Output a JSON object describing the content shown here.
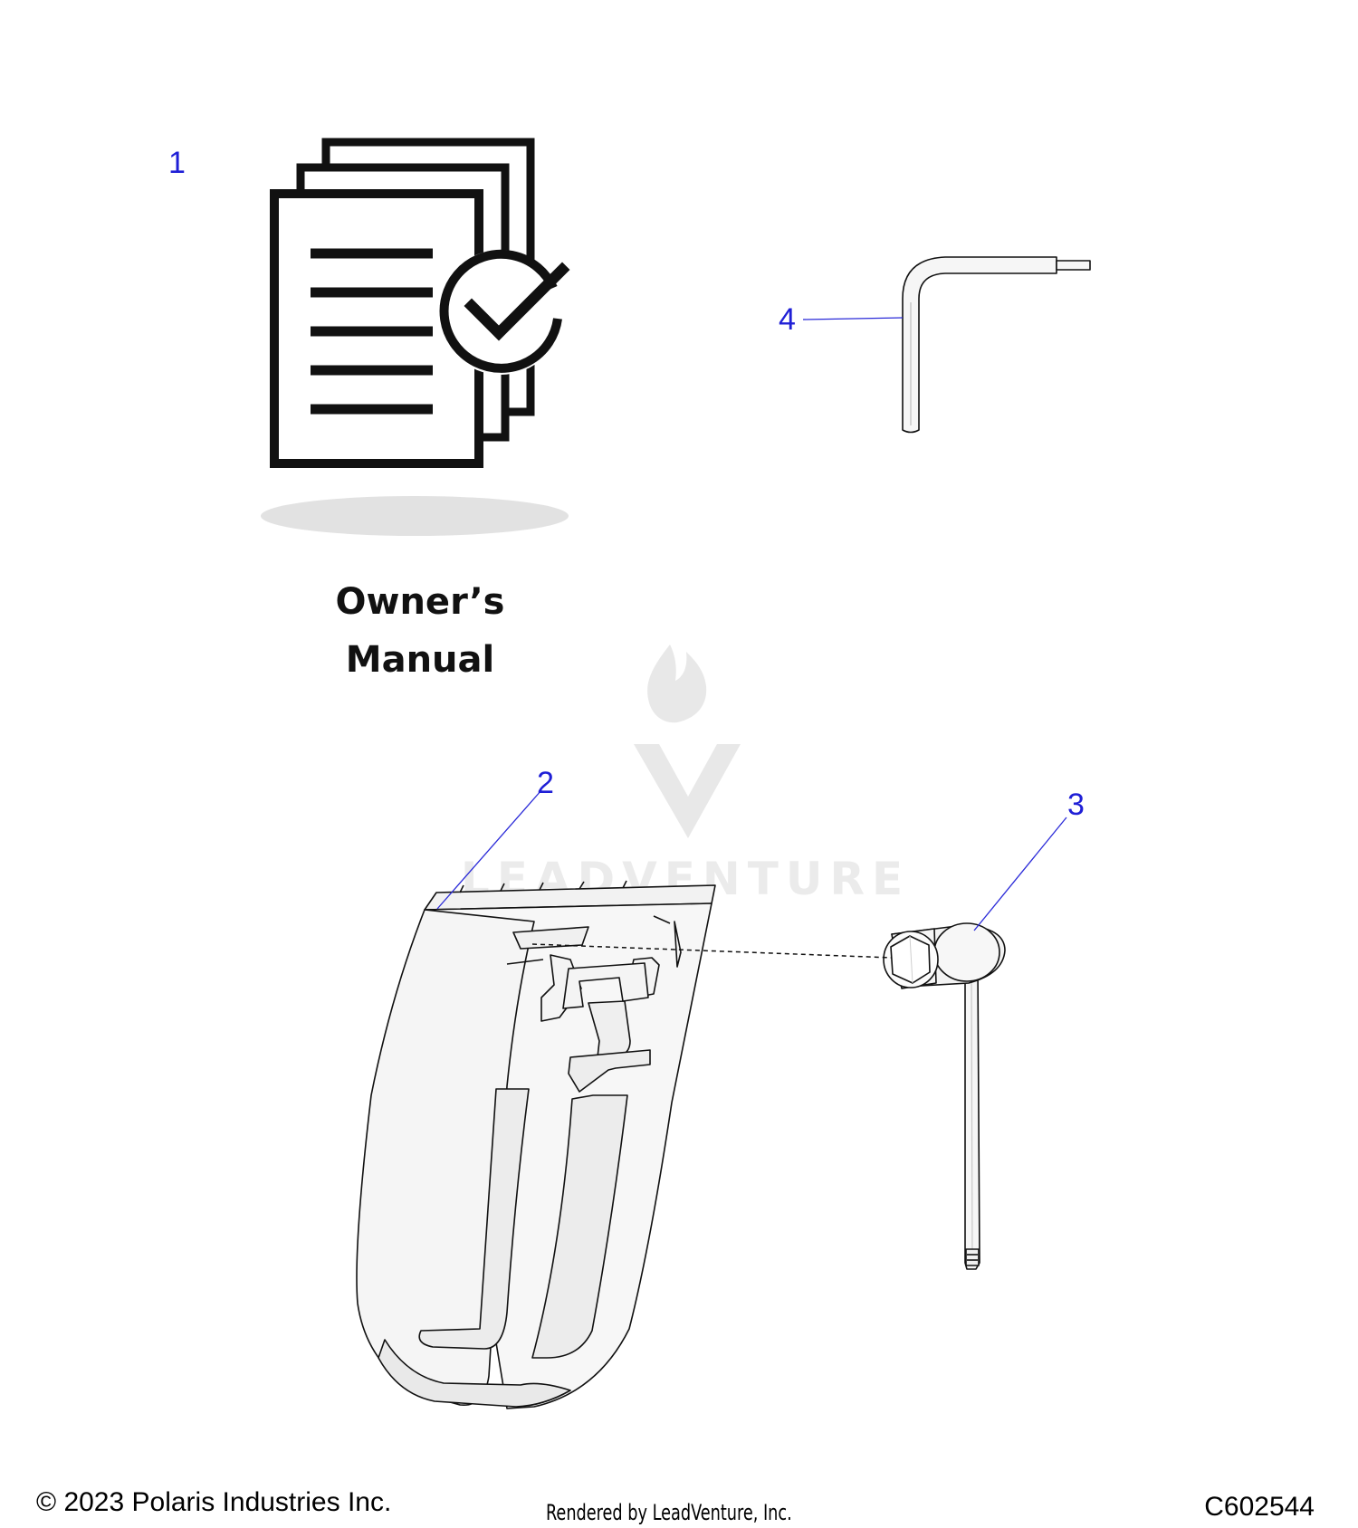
{
  "callouts": {
    "c1": "1",
    "c2": "2",
    "c3": "3",
    "c4": "4"
  },
  "manual": {
    "line1": "Owner’s",
    "line2": "Manual"
  },
  "watermark": {
    "text": "LEADVENTURE"
  },
  "footer": {
    "copyright": "© 2023 Polaris Industries Inc.",
    "rendered_by": "Rendered by LeadVenture, Inc.",
    "diagram_id": "C602544"
  },
  "colors": {
    "callout": "#1f1fd6",
    "watermark": "#e6e6e6",
    "part_fill": "#f4f4f4",
    "outline": "#111111"
  }
}
